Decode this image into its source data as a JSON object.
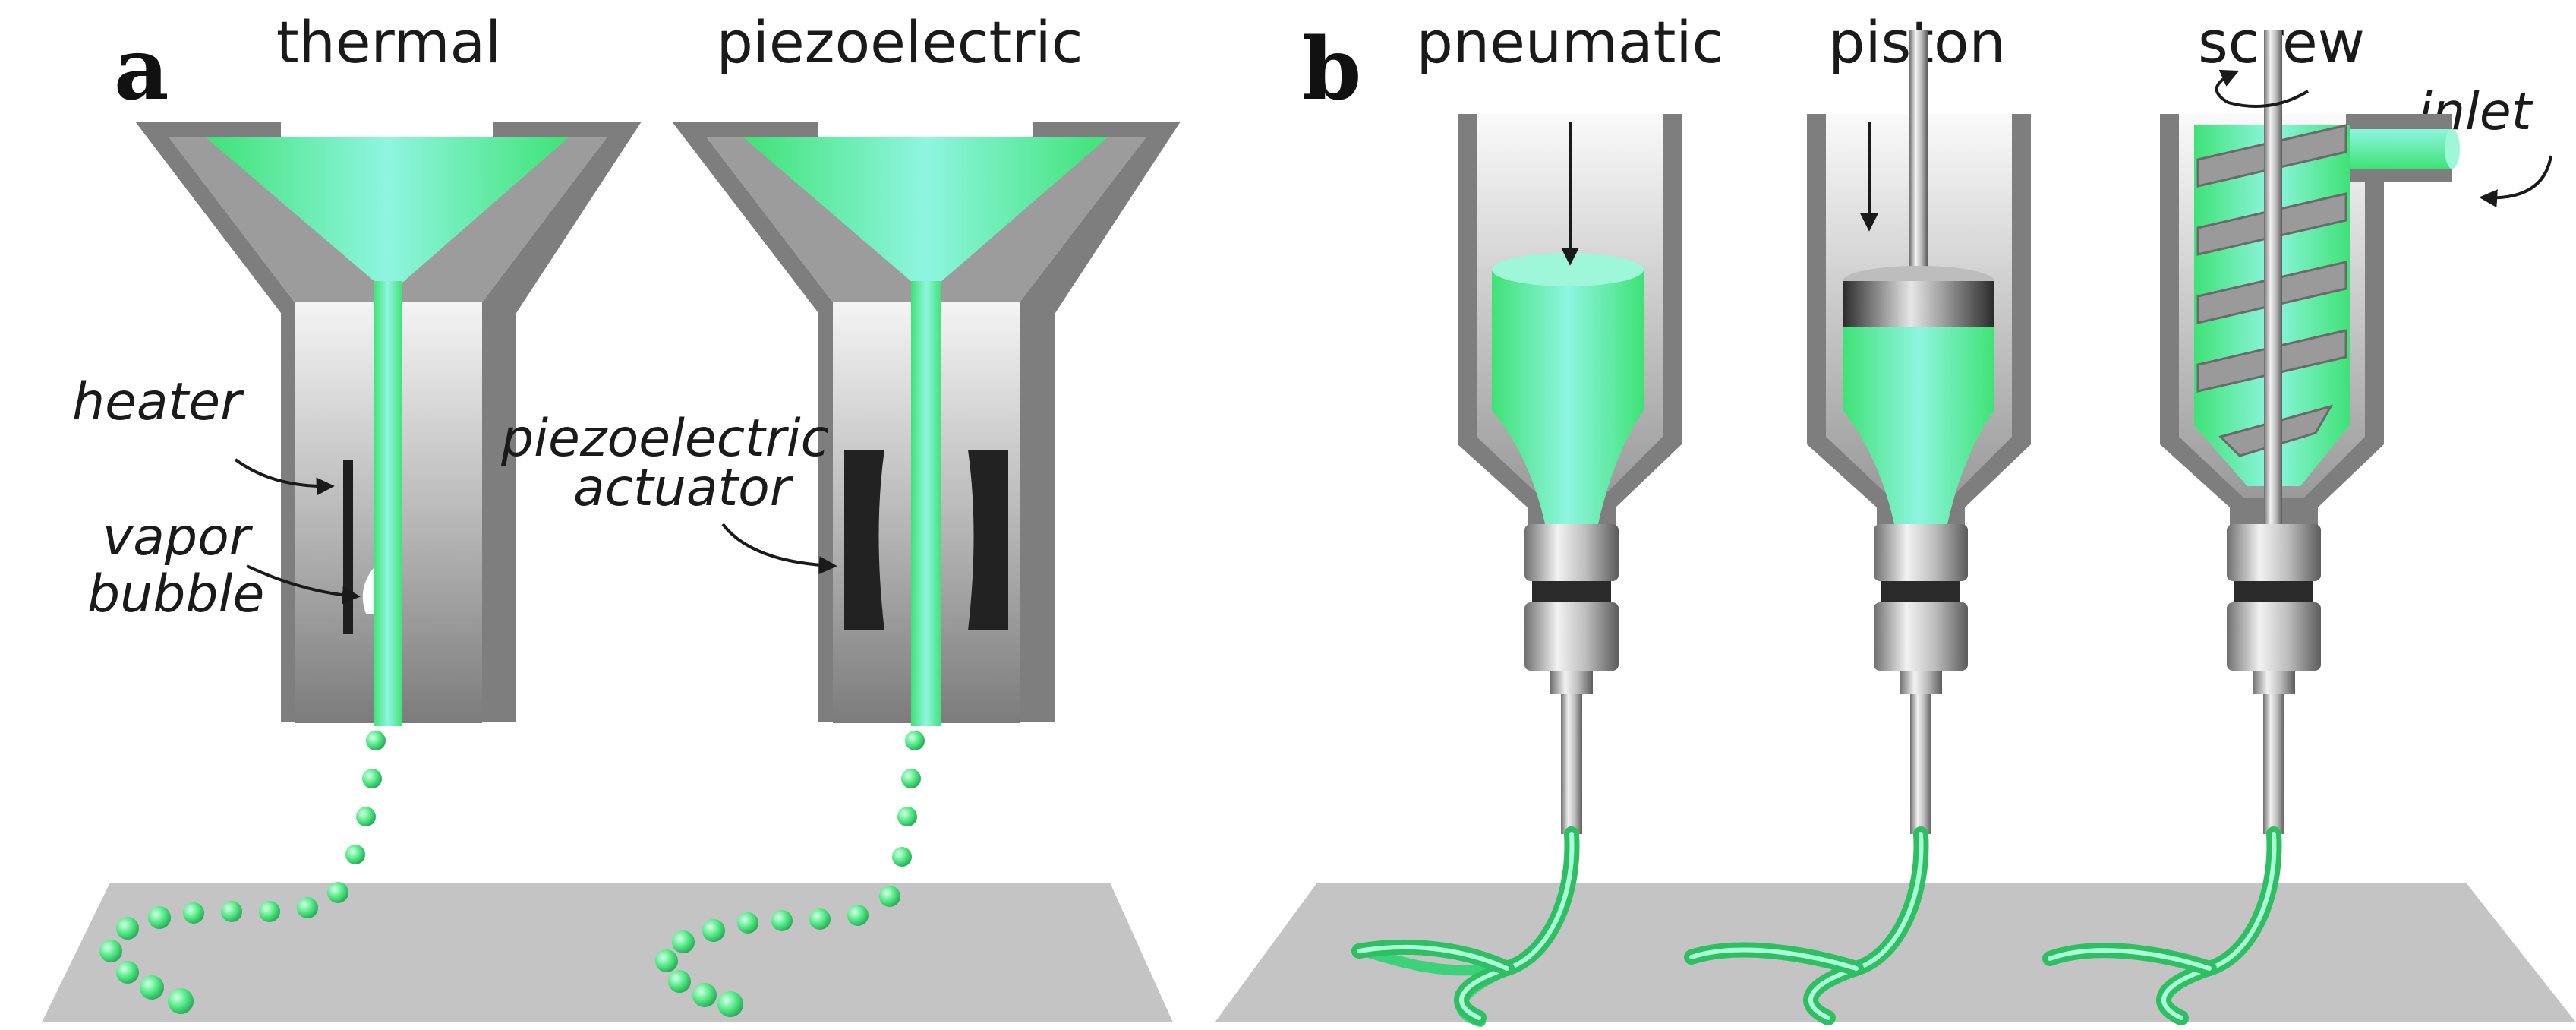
{
  "panels": {
    "a": {
      "letter": "a",
      "titles": {
        "left": "thermal",
        "right": "piezoelectric"
      },
      "labels": {
        "heater": "heater",
        "vapor_line1": "vapor",
        "vapor_line2": "bubble",
        "piezo_line1": "piezoelectric",
        "piezo_line2": "actuator"
      }
    },
    "b": {
      "letter": "b",
      "titles": {
        "pneumatic": "pneumatic",
        "piston": "piston",
        "screw": "screw"
      },
      "labels": {
        "inlet": "inlet"
      }
    }
  },
  "colors": {
    "ink_green": "#5ef08c",
    "ink_highlight": "#8ff5e0",
    "ink_dark": "#2fbf63",
    "nozzle_gray": "#8a8a8a",
    "substrate": "#c2c2c2",
    "actuator": "#222222"
  },
  "icons": [
    "arrow-icon",
    "rotation-arrow-icon"
  ]
}
